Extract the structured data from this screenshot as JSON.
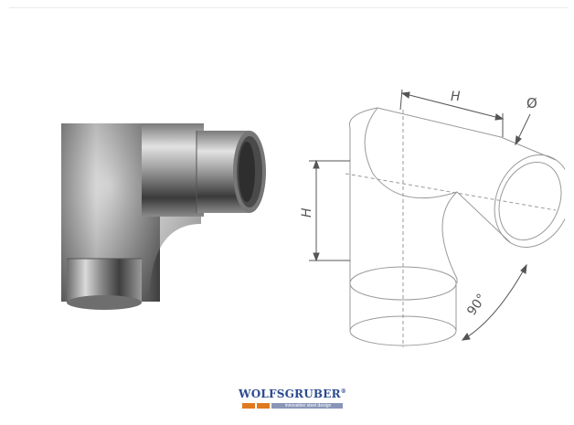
{
  "drawing": {
    "label_top": "H",
    "label_side": "H",
    "label_diameter": "Ø",
    "label_angle": "90°"
  },
  "brand": {
    "name": "WOLFSGRUBER",
    "mark": "®",
    "tagline": "innovative steel design",
    "colors": {
      "name": "#2b4a8f",
      "accent": "#e07a1f",
      "bar": "#8a96b8"
    }
  }
}
